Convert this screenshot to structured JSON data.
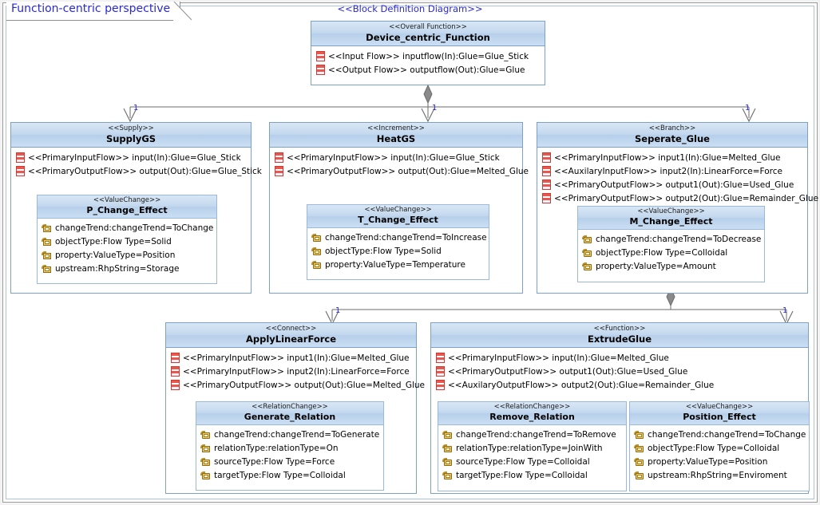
{
  "frame": {
    "perspective_tab_label": "Function-centric perspective",
    "diagram_caption": "<<Block Definition Diagram>>",
    "accent_color": "#2828e0",
    "header_color": "#c3d8ee",
    "border_color": "#7ba0c9"
  },
  "multiplicities": {
    "supply": "1",
    "heat": "1",
    "separate": "1",
    "apply": "1",
    "extrude": "1"
  },
  "blocks": {
    "overall": {
      "stereotype": "<<Overall Function>>",
      "name": "Device_centric_Function",
      "properties": [
        {
          "icon": "flow-port-icon",
          "text": "<<Input Flow>> inputflow(In):Glue=Glue_Stick"
        },
        {
          "icon": "flow-port-icon",
          "text": "<<Output Flow>> outputflow(Out):Glue=Glue"
        }
      ]
    },
    "supply": {
      "stereotype": "<<Supply>>",
      "name": "SupplyGS",
      "properties": [
        {
          "icon": "flow-port-icon",
          "text": "<<PrimaryInputFlow>> input(In):Glue=Glue_Stick"
        },
        {
          "icon": "flow-port-icon",
          "text": "<<PrimaryOutputFlow>> output(Out):Glue=Glue_Stick"
        }
      ],
      "nested": {
        "stereotype": "<<ValueChange>>",
        "name": "P_Change_Effect",
        "properties": [
          {
            "icon": "attribute-icon",
            "text": "changeTrend:changeTrend=ToChange"
          },
          {
            "icon": "attribute-icon",
            "text": "objectType:Flow Type=Solid"
          },
          {
            "icon": "attribute-icon",
            "text": "property:ValueType=Position"
          },
          {
            "icon": "attribute-icon",
            "text": "upstream:RhpString=Storage"
          }
        ]
      }
    },
    "heat": {
      "stereotype": "<<Increment>>",
      "name": "HeatGS",
      "properties": [
        {
          "icon": "flow-port-icon",
          "text": "<<PrimaryInputFlow>> input(In):Glue=Glue_Stick"
        },
        {
          "icon": "flow-port-icon",
          "text": "<<PrimaryOutputFlow>> output(Out):Glue=Melted_Glue"
        }
      ],
      "nested": {
        "stereotype": "<<ValueChange>>",
        "name": "T_Change_Effect",
        "properties": [
          {
            "icon": "attribute-icon",
            "text": "changeTrend:changeTrend=ToIncrease"
          },
          {
            "icon": "attribute-icon",
            "text": "objectType:Flow Type=Solid"
          },
          {
            "icon": "attribute-icon",
            "text": "property:ValueType=Temperature"
          }
        ]
      }
    },
    "separate": {
      "stereotype": "<<Branch>>",
      "name": "Seperate_Glue",
      "properties": [
        {
          "icon": "flow-port-icon",
          "text": "<<PrimaryInputFlow>> input1(In):Glue=Melted_Glue"
        },
        {
          "icon": "flow-port-icon",
          "text": "<<AuxilaryInputFlow>> input2(In):LinearForce=Force"
        },
        {
          "icon": "flow-port-icon",
          "text": "<<PrimaryOutputFlow>> output1(Out):Glue=Used_Glue"
        },
        {
          "icon": "flow-port-icon",
          "text": "<<PrimaryOutputFlow>> output2(Out):Glue=Remainder_Glue"
        }
      ],
      "nested": {
        "stereotype": "<<ValueChange>>",
        "name": "M_Change_Effect",
        "properties": [
          {
            "icon": "attribute-icon",
            "text": "changeTrend:changeTrend=ToDecrease"
          },
          {
            "icon": "attribute-icon",
            "text": "objectType:Flow Type=Colloidal"
          },
          {
            "icon": "attribute-icon",
            "text": "property:ValueType=Amount"
          }
        ]
      }
    },
    "apply": {
      "stereotype": "<<Connect>>",
      "name": "ApplyLinearForce",
      "properties": [
        {
          "icon": "flow-port-icon",
          "text": "<<PrimaryInputFlow>> input1(In):Glue=Melted_Glue"
        },
        {
          "icon": "flow-port-icon",
          "text": "<<PrimaryInputFlow>> input2(In):LinearForce=Force"
        },
        {
          "icon": "flow-port-icon",
          "text": "<<PrimaryOutputFlow>> output(Out):Glue=Melted_Glue"
        }
      ],
      "nested": {
        "stereotype": "<<RelationChange>>",
        "name": "Generate_Relation",
        "properties": [
          {
            "icon": "attribute-icon",
            "text": "changeTrend:changeTrend=ToGenerate"
          },
          {
            "icon": "attribute-icon",
            "text": "relationType:relationType=On"
          },
          {
            "icon": "attribute-icon",
            "text": "sourceType:Flow Type=Force"
          },
          {
            "icon": "attribute-icon",
            "text": "targetType:Flow Type=Colloidal"
          }
        ]
      }
    },
    "extrude": {
      "stereotype": "<<Function>>",
      "name": "ExtrudeGlue",
      "properties": [
        {
          "icon": "flow-port-icon",
          "text": "<<PrimaryInputFlow>> input(In):Glue=Melted_Glue"
        },
        {
          "icon": "flow-port-icon",
          "text": "<<PrimaryOutputFlow>> output1(Out):Glue=Used_Glue"
        },
        {
          "icon": "flow-port-icon",
          "text": "<<AuxilaryOutputFlow>> output2(Out):Glue=Remainder_Glue"
        }
      ],
      "nested_left": {
        "stereotype": "<<RelationChange>>",
        "name": "Remove_Relation",
        "properties": [
          {
            "icon": "attribute-icon",
            "text": "changeTrend:changeTrend=ToRemove"
          },
          {
            "icon": "attribute-icon",
            "text": "relationType:relationType=JoinWith"
          },
          {
            "icon": "attribute-icon",
            "text": "sourceType:Flow Type=Colloidal"
          },
          {
            "icon": "attribute-icon",
            "text": "targetType:Flow Type=Colloidal"
          }
        ]
      },
      "nested_right": {
        "stereotype": "<<ValueChange>>",
        "name": "Position_Effect",
        "properties": [
          {
            "icon": "attribute-icon",
            "text": "changeTrend:changeTrend=ToChange"
          },
          {
            "icon": "attribute-icon",
            "text": "objectType:Flow Type=Colloidal"
          },
          {
            "icon": "attribute-icon",
            "text": "property:ValueType=Position"
          },
          {
            "icon": "attribute-icon",
            "text": "upstream:RhpString=Enviroment"
          }
        ]
      }
    }
  }
}
